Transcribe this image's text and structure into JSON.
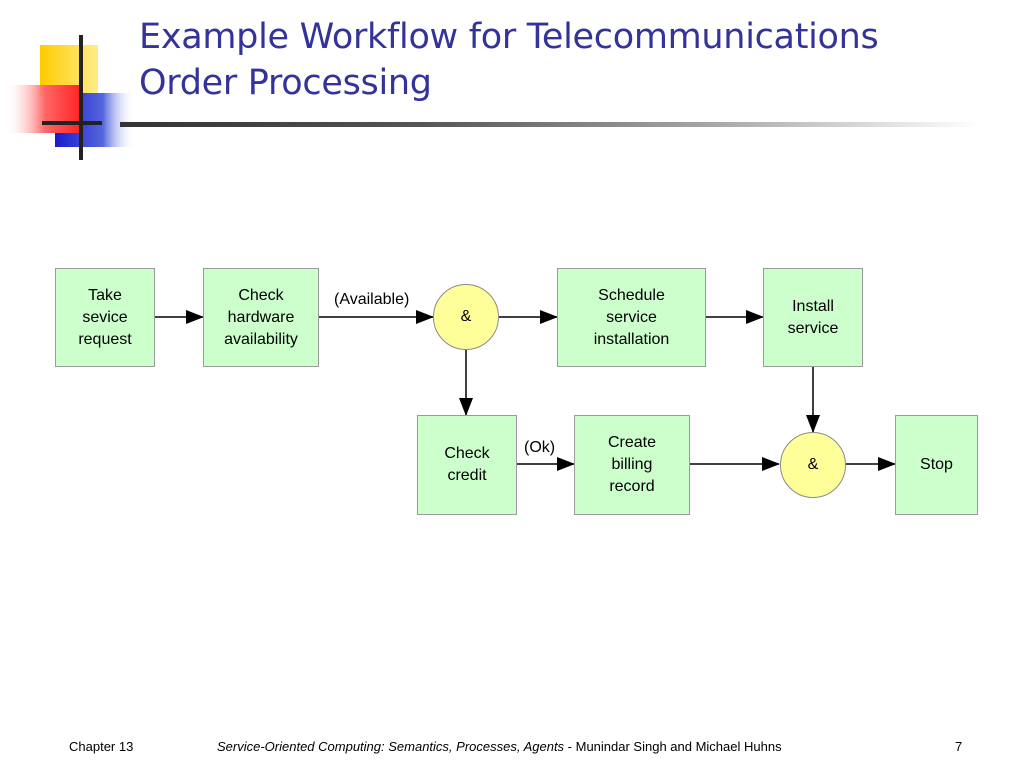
{
  "slide": {
    "title_line1": "Example Workflow for Telecommunications",
    "title_line2": "Order Processing"
  },
  "workflow": {
    "nodes": {
      "take_request": "Take sevice request",
      "check_hardware": "Check hardware availability",
      "and_split": "&",
      "schedule_install": "Schedule service installation",
      "install_service": "Install service",
      "check_credit": "Check credit",
      "create_billing": "Create billing record",
      "and_join": "&",
      "stop": "Stop"
    },
    "edge_labels": {
      "available": "(Available)",
      "ok": "(Ok)"
    }
  },
  "footer": {
    "chapter": "Chapter 13",
    "book_title": "Service-Oriented Computing: Semantics, Processes, Agents",
    "authors": " - Munindar Singh and Michael Huhns",
    "page": "7"
  },
  "colors": {
    "title": "#333399",
    "task_fill": "#ccffcc",
    "gateway_fill": "#ffff99"
  }
}
